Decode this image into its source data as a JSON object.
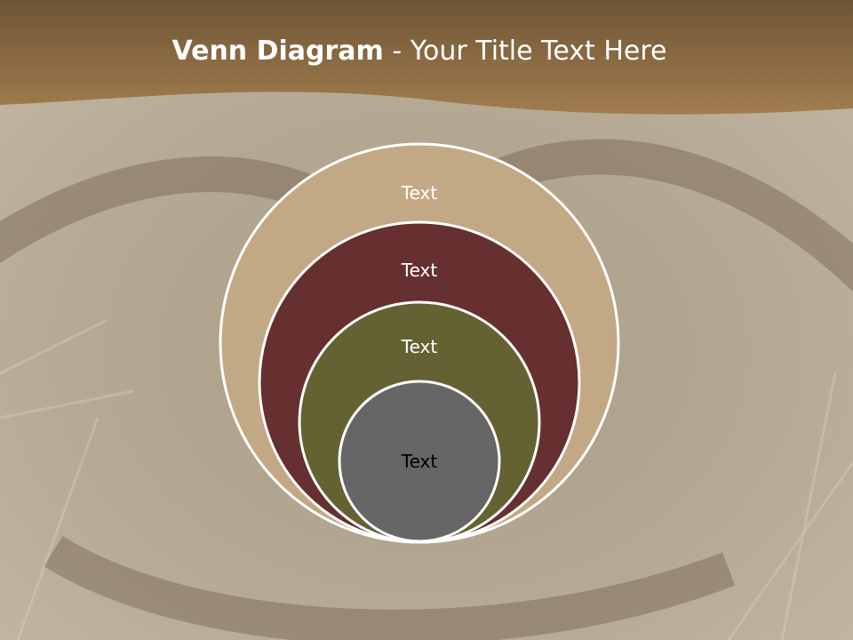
{
  "slide": {
    "title_bold": "Venn Diagram",
    "title_rest": " - Your Title Text Here"
  },
  "diagram": {
    "circles": [
      {
        "label": "Text",
        "fill": "#c3a885",
        "text_color": "#ffffff"
      },
      {
        "label": "Text",
        "fill": "#662f30",
        "text_color": "#ffffff"
      },
      {
        "label": "Text",
        "fill": "#646233",
        "text_color": "#ffffff"
      },
      {
        "label": "Text",
        "fill": "#666666",
        "text_color": "#000000"
      }
    ],
    "outline_color": "#ffffff"
  },
  "colors": {
    "header": "#8c6d44",
    "background": "#b5a994"
  }
}
